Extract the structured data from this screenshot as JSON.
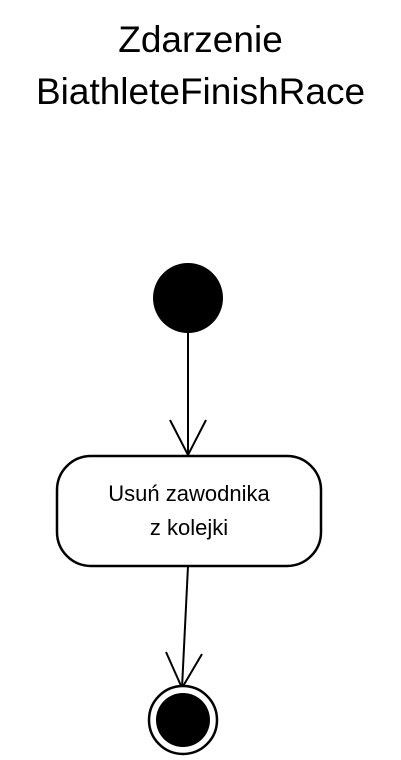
{
  "diagram": {
    "title_lines": [
      "Zdarzenie",
      "BiathleteFinishRace"
    ],
    "action": {
      "label_lines": [
        "Usuń zawodnika",
        "z kolejki"
      ]
    },
    "colors": {
      "stroke": "#000000",
      "fill": "#000000",
      "background": "#ffffff"
    }
  }
}
